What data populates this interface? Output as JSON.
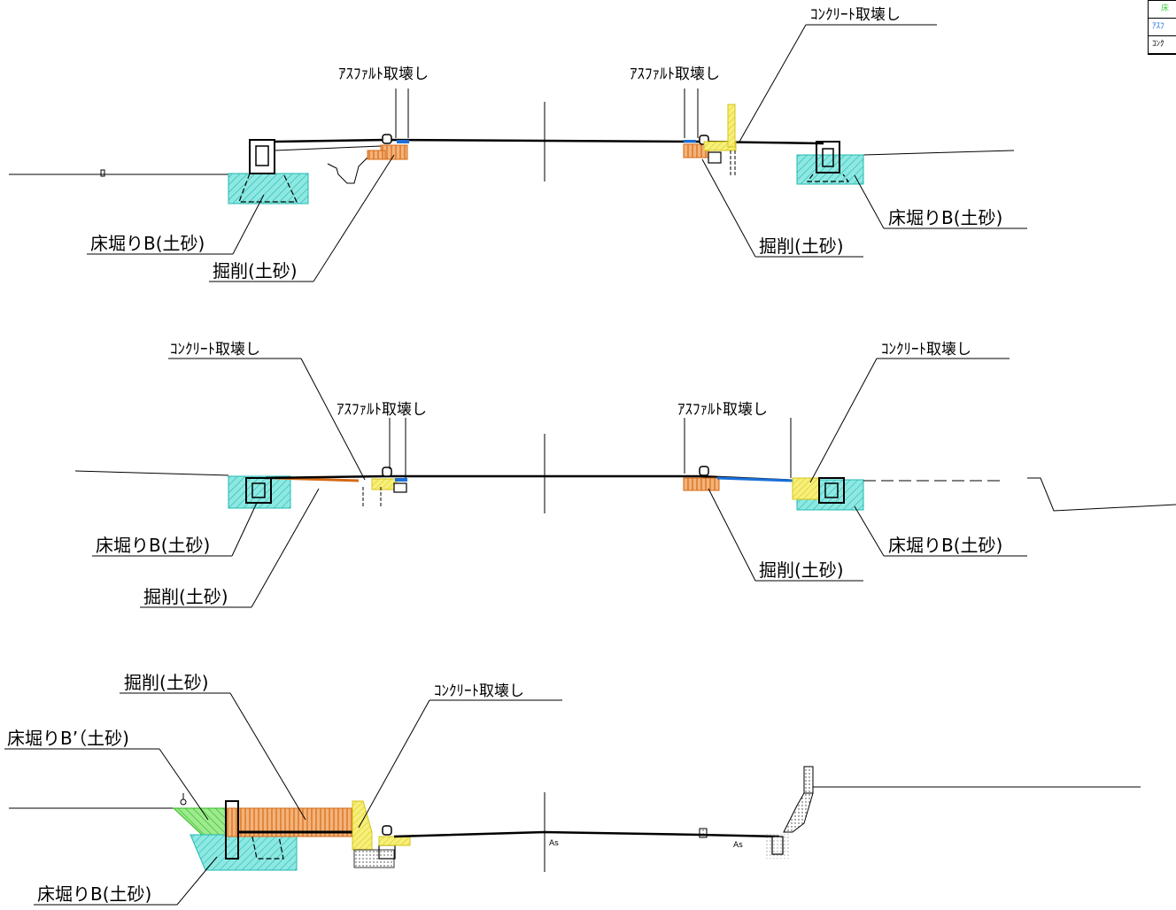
{
  "labels": {
    "asphalt": "ｱｽﾌｧﾙﾄ取壊し",
    "concrete": "ｺﾝｸﾘｰﾄ取壊し",
    "floor_b": "床堀りB(土砂)",
    "floor_b_prime": "床堀りB’（土砂)",
    "excavation": "掘削(土砂)",
    "as": "As"
  },
  "legend": [
    {
      "text": "床",
      "color": "#3bd13b"
    },
    {
      "text": "ｱｽﾌ",
      "color": "#1a6fd8"
    },
    {
      "text": "ｺﾝｸ",
      "color": "#000000"
    }
  ],
  "colors": {
    "floor_fill": "#4fd8d0",
    "excavation_fill": "#e58a3a",
    "concrete_fill": "#f2e84a",
    "asphalt_fill": "#1a6fd8",
    "green_fill": "#58d84a"
  }
}
